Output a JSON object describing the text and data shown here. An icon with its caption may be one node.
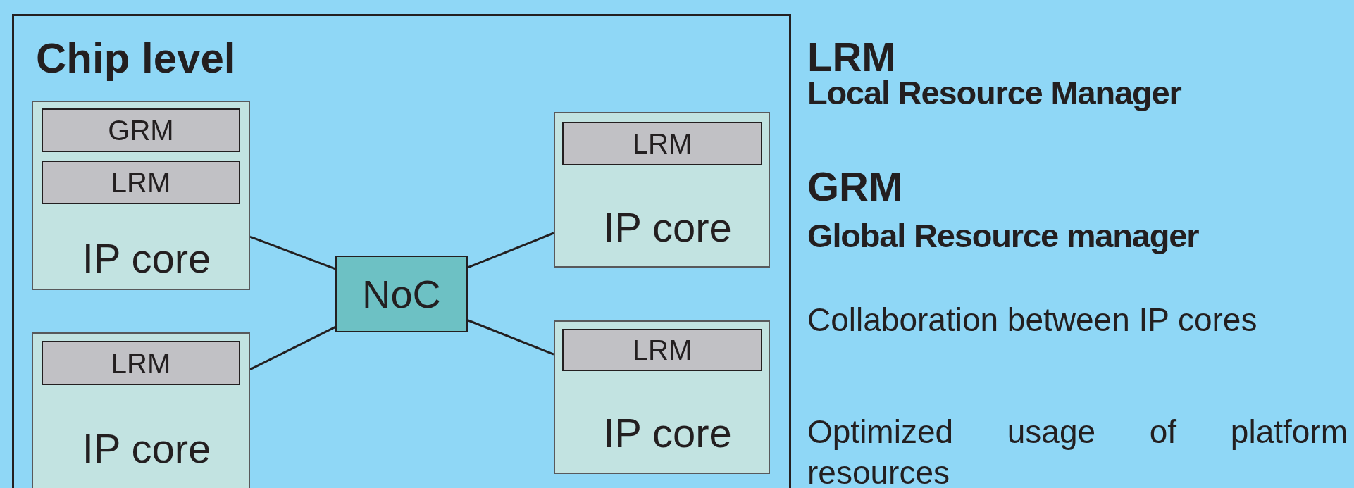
{
  "diagram": {
    "nodes": [
      {
        "text": [
          "Chip level"
        ]
      },
      {
        "text": [
          "IP core"
        ],
        "in": 0
      },
      {
        "text": [
          "GRM"
        ],
        "in": 1
      },
      {
        "text": [
          "LRM"
        ],
        "in": 1
      },
      {
        "text": [
          "IP core"
        ],
        "in": 0
      },
      {
        "text": [
          "LRM"
        ],
        "in": 4
      },
      {
        "text": [
          "NoC"
        ],
        "in": 0
      },
      {
        "text": [
          "IP core"
        ],
        "in": 0
      },
      {
        "text": [
          "LRM"
        ],
        "in": 7
      },
      {
        "text": [
          "IP core"
        ],
        "in": 0
      },
      {
        "text": [
          "LRM"
        ],
        "in": 9
      }
    ],
    "edges": [
      {
        "from": 1,
        "to": 6,
        "arrow": "none"
      },
      {
        "from": 7,
        "to": 6,
        "arrow": "none"
      },
      {
        "from": 6,
        "to": 4,
        "arrow": "none"
      },
      {
        "from": 6,
        "to": 9,
        "arrow": "none"
      }
    ],
    "labels": [
      "LRM",
      "Local Resource Manager",
      "GRM",
      "Global Resource manager",
      "Collaboration between IP cores",
      "Optimized usage of platform resources"
    ]
  }
}
